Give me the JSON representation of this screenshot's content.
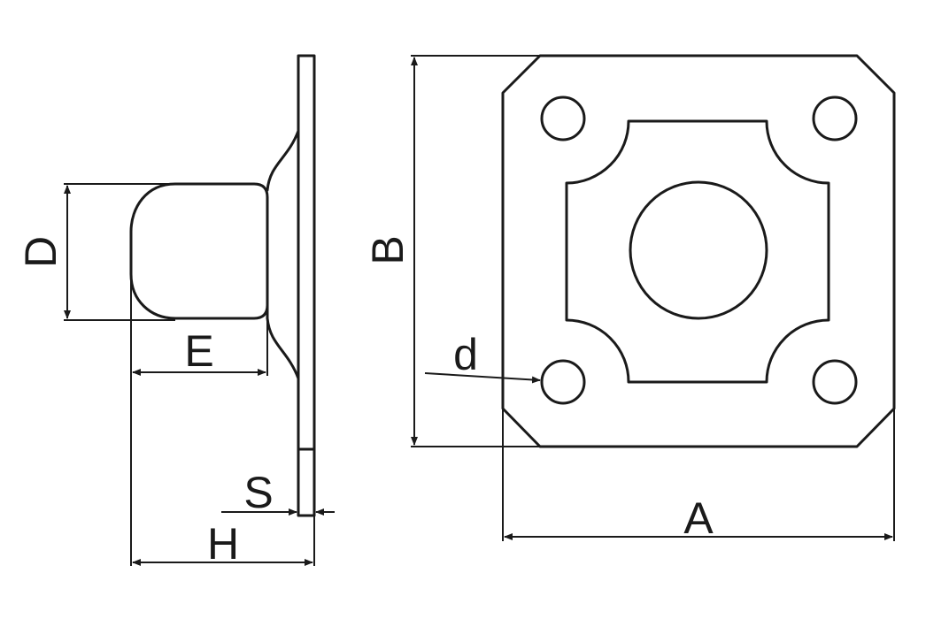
{
  "labels": {
    "D": "D",
    "E": "E",
    "S": "S",
    "H": "H",
    "B": "B",
    "d": "d",
    "A": "A"
  },
  "colors": {
    "stroke": "#1a1a1a",
    "background": "#ffffff"
  }
}
